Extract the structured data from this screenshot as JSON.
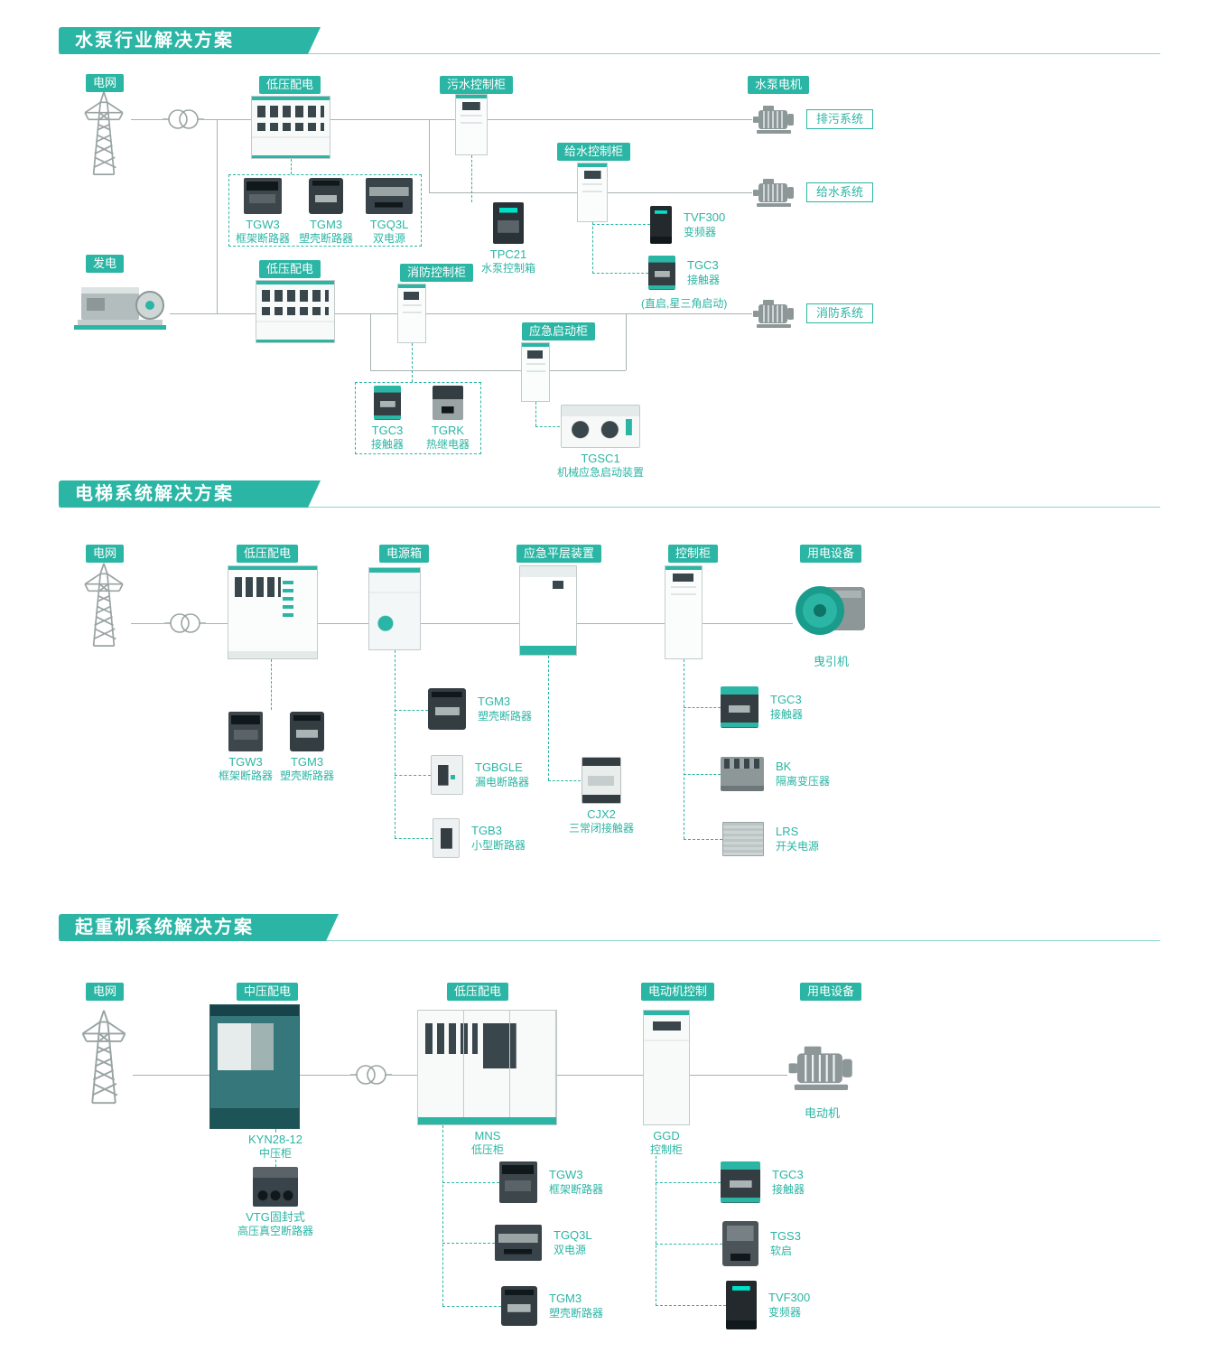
{
  "colors": {
    "accent": "#2bb5a4",
    "line": "#a9b2b2",
    "device_dark": "#333d42"
  },
  "icons": [
    "transmission-tower-icon",
    "transformer-icon",
    "motor-icon",
    "generator-icon",
    "traction-machine-icon",
    "switchgear-cabinet-icon",
    "control-cabinet-icon"
  ],
  "s1": {
    "title": "水泵行业解决方案",
    "chips": {
      "grid": "电网",
      "lv1": "低压配电",
      "sewage": "污水控制柜",
      "pump_motor": "水泵电机",
      "water": "给水控制柜",
      "gen": "发电",
      "lv2": "低压配电",
      "fire": "消防控制柜",
      "emergency": "应急启动柜"
    },
    "systems": {
      "drain": "排污系统",
      "supply": "给水系统",
      "fire": "消防系统"
    },
    "note": "(直启,星三角启动)",
    "products": {
      "tgw3": {
        "name": "TGW3",
        "desc": "框架断路器"
      },
      "tgm3": {
        "name": "TGM3",
        "desc": "塑壳断路器"
      },
      "tgq3l": {
        "name": "TGQ3L",
        "desc": "双电源"
      },
      "tpc21": {
        "name": "TPC21",
        "desc": "水泵控制箱"
      },
      "tvf300": {
        "name": "TVF300",
        "desc": "变频器"
      },
      "tgc3a": {
        "name": "TGC3",
        "desc": "接触器"
      },
      "tgc3b": {
        "name": "TGC3",
        "desc": "接触器"
      },
      "tgrk": {
        "name": "TGRK",
        "desc": "热继电器"
      },
      "tgsc1": {
        "name": "TGSC1",
        "desc": "机械应急启动装置"
      }
    }
  },
  "s2": {
    "title": "电梯系统解决方案",
    "chips": {
      "grid": "电网",
      "lv": "低压配电",
      "powerbox": "电源箱",
      "leveling": "应急平层装置",
      "control": "控制柜",
      "load": "用电设备"
    },
    "captions": {
      "traction": "曳引机"
    },
    "products": {
      "tgw3": {
        "name": "TGW3",
        "desc": "框架断路器"
      },
      "tgm3a": {
        "name": "TGM3",
        "desc": "塑壳断路器"
      },
      "tgm3b": {
        "name": "TGM3",
        "desc": "塑壳断路器"
      },
      "tgbgle": {
        "name": "TGBGLE",
        "desc": "漏电断路器"
      },
      "tgb3": {
        "name": "TGB3",
        "desc": "小型断路器"
      },
      "cjx2": {
        "name": "CJX2",
        "desc": "三常闭接触器"
      },
      "tgc3": {
        "name": "TGC3",
        "desc": "接触器"
      },
      "bk": {
        "name": "BK",
        "desc": "隔离变压器"
      },
      "lrs": {
        "name": "LRS",
        "desc": "开关电源"
      }
    }
  },
  "s3": {
    "title": "起重机系统解决方案",
    "chips": {
      "grid": "电网",
      "mv": "中压配电",
      "lv": "低压配电",
      "motor_ctl": "电动机控制",
      "load": "用电设备"
    },
    "captions": {
      "kyn": {
        "name": "KYN28-12",
        "desc": "中压柜"
      },
      "mns": {
        "name": "MNS",
        "desc": "低压柜"
      },
      "ggd": {
        "name": "GGD",
        "desc": "控制柜"
      },
      "motor": "电动机"
    },
    "products": {
      "vtg": {
        "name": "VTG固封式",
        "desc": "高压真空断路器"
      },
      "tgw3": {
        "name": "TGW3",
        "desc": "框架断路器"
      },
      "tgq3l": {
        "name": "TGQ3L",
        "desc": "双电源"
      },
      "tgm3": {
        "name": "TGM3",
        "desc": "塑壳断路器"
      },
      "tgc3": {
        "name": "TGC3",
        "desc": "接触器"
      },
      "tgs3": {
        "name": "TGS3",
        "desc": "软启"
      },
      "tvf300": {
        "name": "TVF300",
        "desc": "变频器"
      }
    }
  }
}
